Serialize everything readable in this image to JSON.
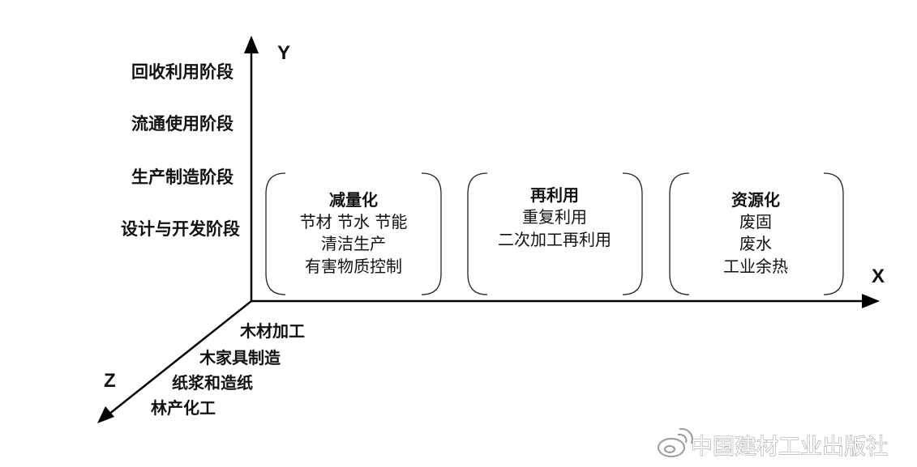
{
  "axes": {
    "x": "X",
    "y": "Y",
    "z": "Z"
  },
  "y_stages": [
    "回收利用阶段",
    "流通使用阶段",
    "生产制造阶段",
    "设计与开发阶段"
  ],
  "z_industries": [
    "木材加工",
    "木家具制造",
    "纸浆和造纸",
    "林产化工"
  ],
  "boxes": [
    {
      "title": "减量化",
      "items": [
        "节材 节水 节能",
        "清洁生产",
        "有害物质控制"
      ]
    },
    {
      "title": "再利用",
      "items": [
        "重复利用",
        "二次加工再利用"
      ]
    },
    {
      "title": "资源化",
      "items": [
        "废固",
        "废水",
        "工业余热"
      ]
    }
  ],
  "watermark": "中国建材工业出版社",
  "watermark_logo_icon": "weibo-logo-icon"
}
